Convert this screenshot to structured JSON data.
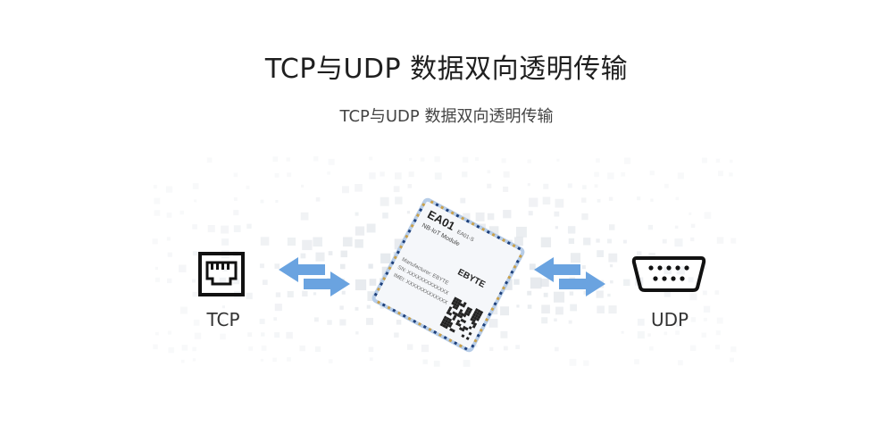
{
  "header": {
    "title": "TCP与UDP 数据双向透明传输",
    "subtitle": "TCP与UDP 数据双向透明传输"
  },
  "left": {
    "label": "TCP",
    "icon": "ethernet-port-icon"
  },
  "right": {
    "label": "UDP",
    "icon": "serial-port-icon"
  },
  "module": {
    "model": "EA01",
    "variant": "EA01-S",
    "type": "NB-IoT Module",
    "brand": "EBYTE",
    "manufacturer": "Manufacturer: EBYTE",
    "sn": "SN: XXXXXXXXXXXXX",
    "imei": "IMEI: XXXXXXXXXXXXX"
  },
  "colors": {
    "arrow": "#6aa3e0",
    "module_border": "#b7cde8",
    "pins": "#c9a04a"
  }
}
